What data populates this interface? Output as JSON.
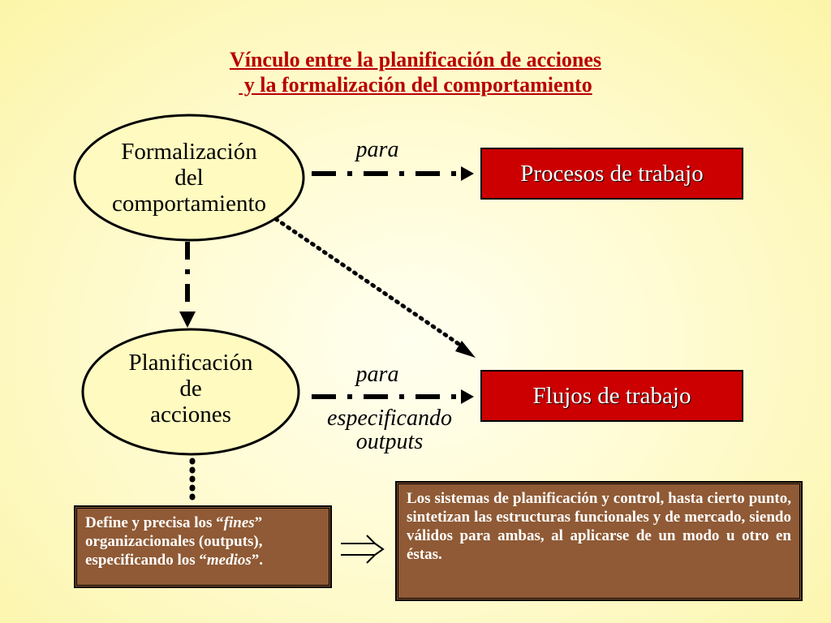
{
  "title": {
    "line1": "Vínculo entre la planificación de acciones",
    "line2": " y la formalización del comportamiento"
  },
  "nodes": {
    "formalizacion": [
      "Formalización",
      "del",
      "comportamiento"
    ],
    "planificacion": [
      "Planificación",
      "de",
      "acciones"
    ],
    "procesos": "Procesos de trabajo",
    "flujos": "Flujos de trabajo"
  },
  "edge_labels": {
    "top_para": "para",
    "bottom_para": "para",
    "bottom_sub1": "especificando",
    "bottom_sub2": "outputs"
  },
  "left_box": {
    "part1": "Define y precisa los “",
    "fines": "fines",
    "part2": "” organizacionales (outputs), especificando los “",
    "medios": "medios",
    "part3": "”."
  },
  "right_box": {
    "text": "Los sistemas de planificación y control, hasta cierto punto, sintetizan las estructuras funcionales y de mercado, siendo válidos para ambas, al aplicarse de un modo u otro en éstas."
  },
  "colors": {
    "title": "#b80000",
    "red_box": "#cc0000",
    "brown_box": "#8f5a35",
    "ellipse_fill": "#fffbc0"
  }
}
